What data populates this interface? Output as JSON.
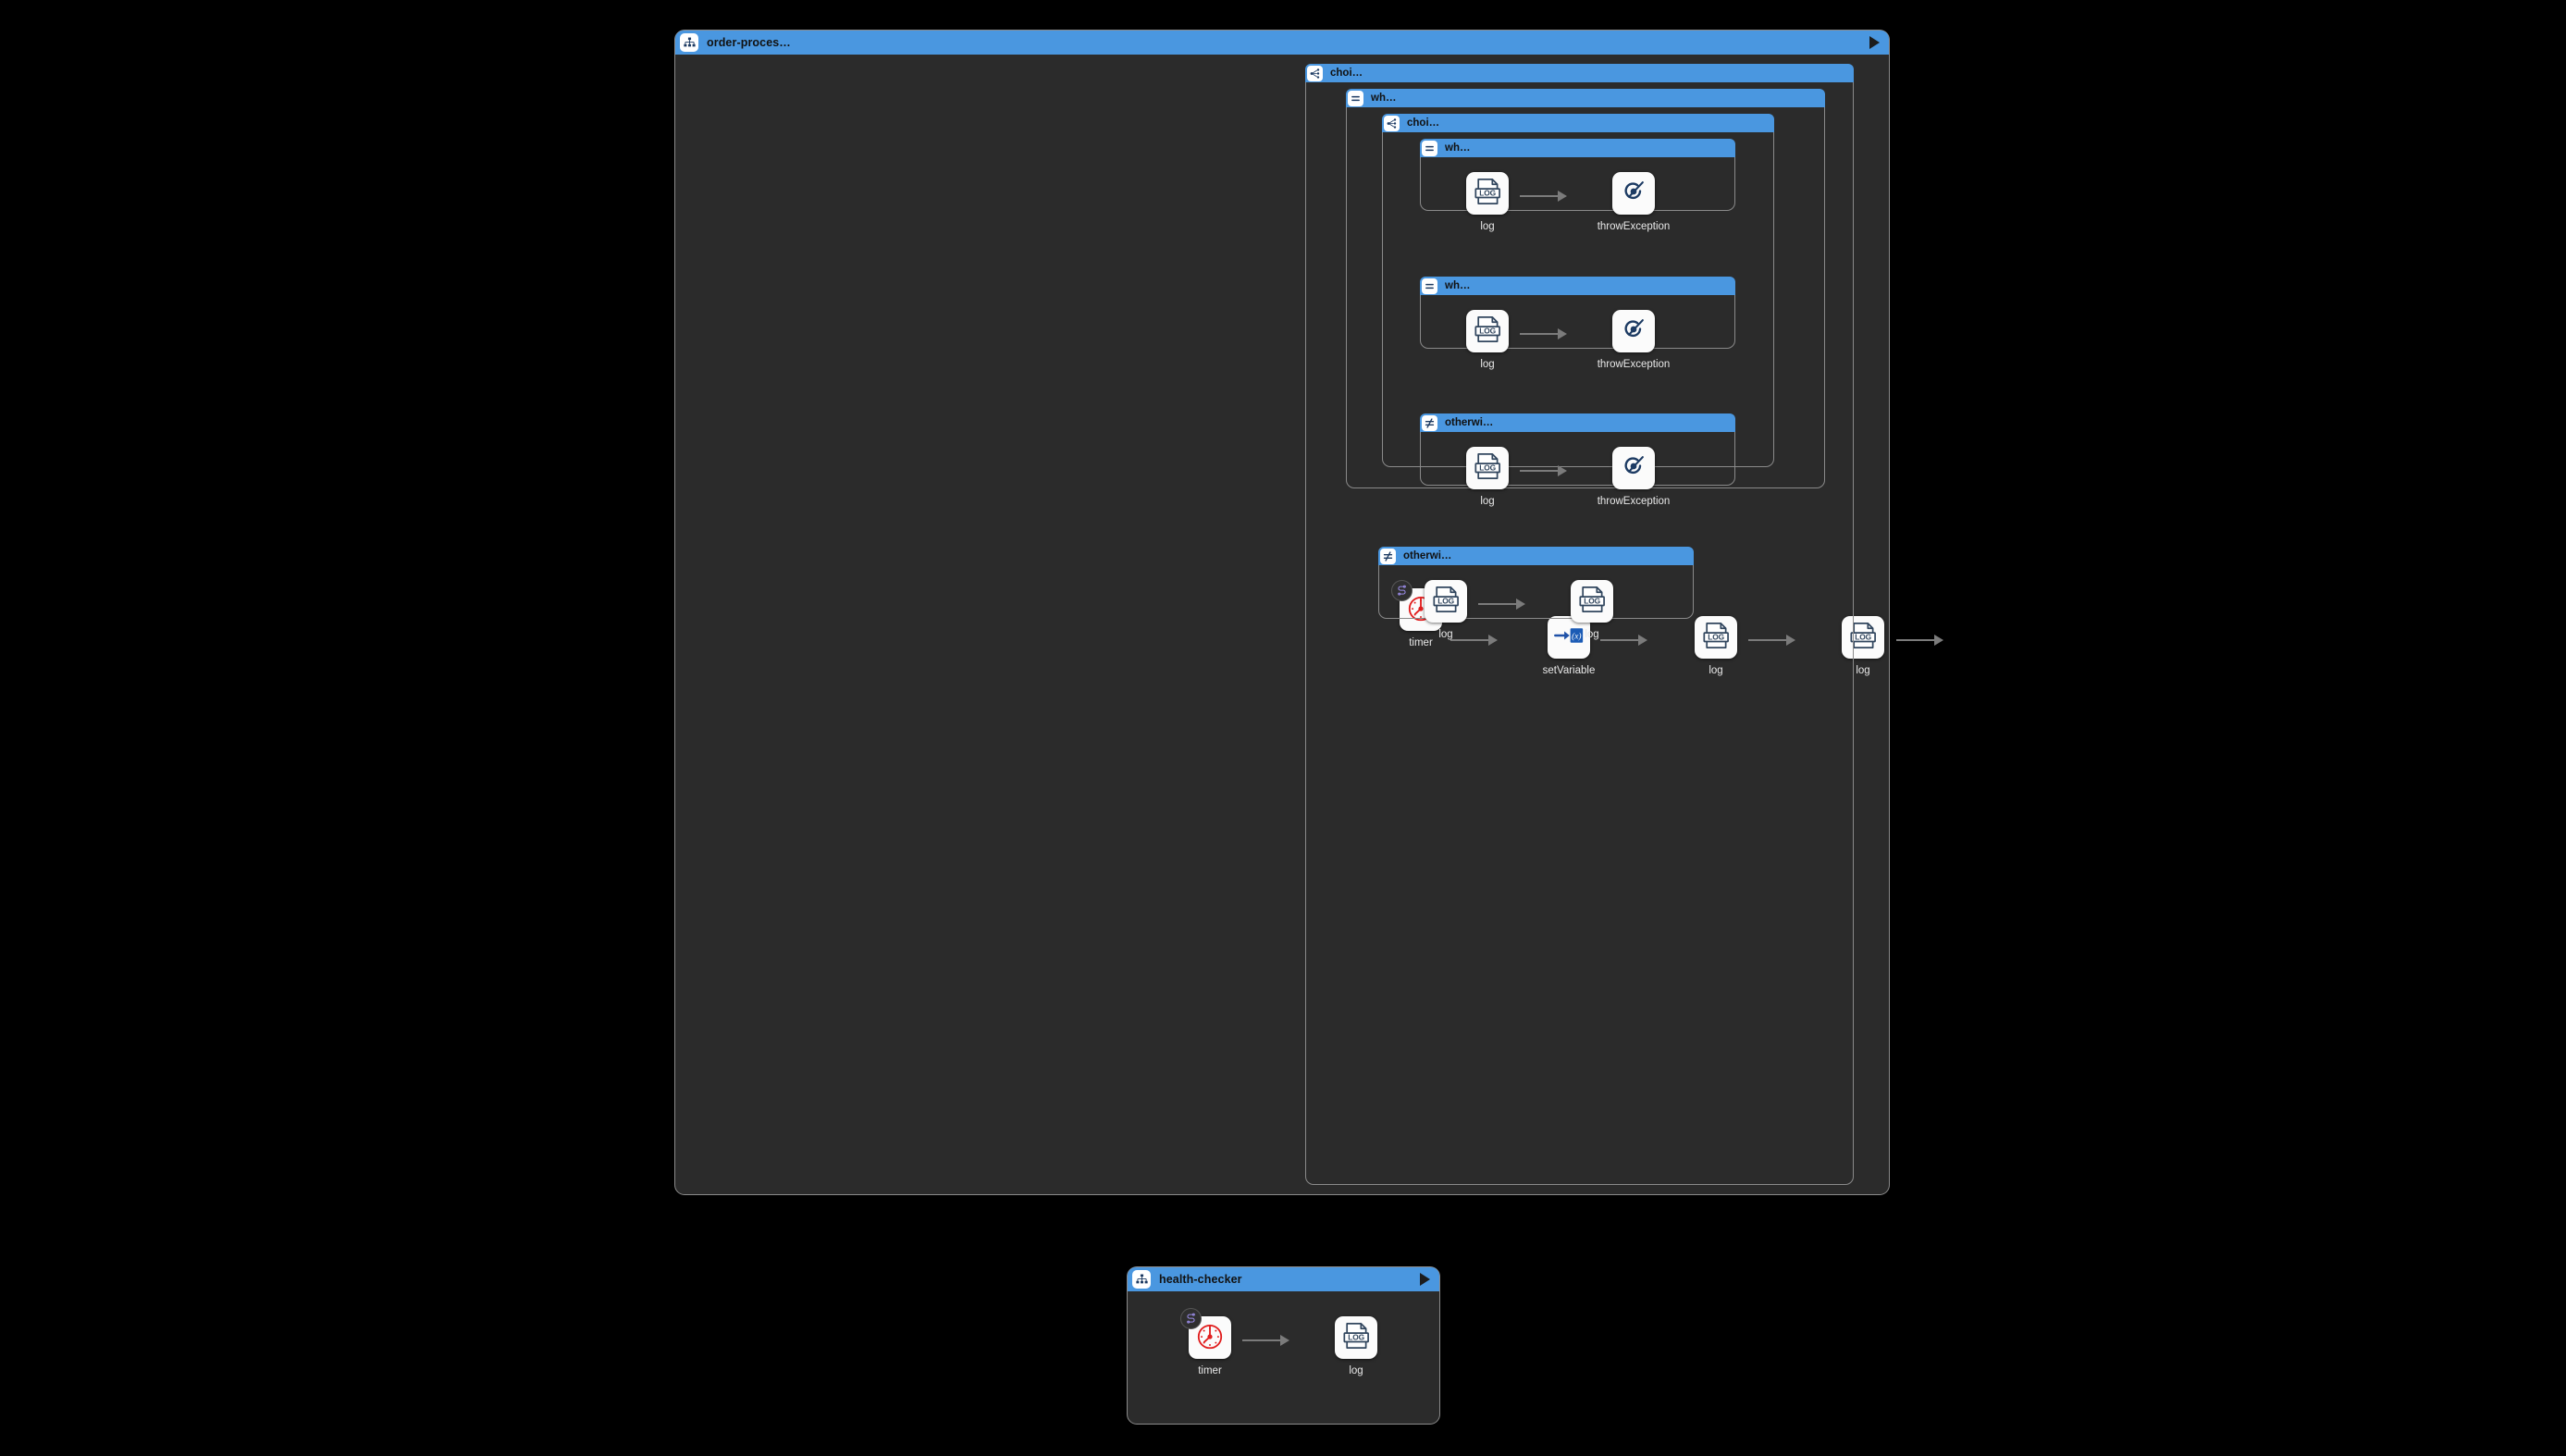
{
  "canvas": {
    "background": "#000000",
    "panel_background": "#2b2b2b",
    "accent": "#4a97e0",
    "border": "#8a8a8a",
    "connector": "#7b7b7b",
    "label_color": "#e8e8e8"
  },
  "routes": [
    {
      "id": "order-processing",
      "title": "order-proces…",
      "icon": "route-sitemap-icon",
      "play_label": "run-route",
      "has_play": true
    },
    {
      "id": "health-checker",
      "title": "health-checker",
      "icon": "route-sitemap-icon",
      "play_label": "run-route",
      "has_play": true
    }
  ],
  "order_processing": {
    "steps": [
      {
        "name": "timer",
        "icon": "timer-clock-icon",
        "badge": "route-badge-icon"
      },
      {
        "name": "setVariable",
        "icon": "set-variable-icon",
        "badge": null
      },
      {
        "name": "log",
        "icon": "log-file-icon",
        "badge": null
      },
      {
        "name": "log",
        "icon": "log-file-icon",
        "badge": null
      }
    ],
    "choice_outer": {
      "label": "choi…",
      "icon": "choice-branch-icon",
      "branches": [
        {
          "label": "wh…",
          "icon": "when-equals-icon",
          "nested_choice": {
            "label": "choi…",
            "icon": "choice-branch-icon",
            "branches": [
              {
                "label": "wh…",
                "icon": "when-equals-icon",
                "steps": [
                  {
                    "name": "log",
                    "icon": "log-file-icon"
                  },
                  {
                    "name": "throwException",
                    "icon": "throw-exception-icon"
                  }
                ]
              },
              {
                "label": "wh…",
                "icon": "when-equals-icon",
                "steps": [
                  {
                    "name": "log",
                    "icon": "log-file-icon"
                  },
                  {
                    "name": "throwException",
                    "icon": "throw-exception-icon"
                  }
                ]
              },
              {
                "label": "otherwi…",
                "icon": "otherwise-not-equals-icon",
                "steps": [
                  {
                    "name": "log",
                    "icon": "log-file-icon"
                  },
                  {
                    "name": "throwException",
                    "icon": "throw-exception-icon"
                  }
                ]
              }
            ]
          }
        },
        {
          "label": "otherwi…",
          "icon": "otherwise-not-equals-icon",
          "steps": [
            {
              "name": "log",
              "icon": "log-file-icon"
            },
            {
              "name": "log",
              "icon": "log-file-icon"
            }
          ]
        }
      ]
    }
  },
  "health_checker": {
    "steps": [
      {
        "name": "timer",
        "icon": "timer-clock-icon",
        "badge": "route-badge-icon"
      },
      {
        "name": "log",
        "icon": "log-file-icon",
        "badge": null
      }
    ]
  }
}
